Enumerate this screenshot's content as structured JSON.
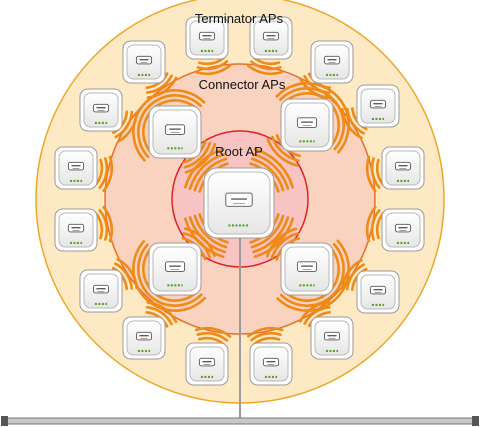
{
  "labels": {
    "terminator": "Terminator APs",
    "connector": "Connector APs",
    "root": "Root AP"
  },
  "colors": {
    "terminator_fill": "#fde9c4",
    "terminator_stroke": "#f0a628",
    "connector_fill": "#f9d3c0",
    "connector_stroke": "#e8702a",
    "root_fill": "#f7c3c3",
    "root_stroke": "#e22222",
    "wave": "#f08a17",
    "ap_led": "#5aa02c",
    "wire": "#9a9a9a"
  },
  "icons": {
    "access_point": "access-point-icon",
    "signal": "signal-wave-icon"
  },
  "counts": {
    "root_aps": 1,
    "connector_aps": 4,
    "terminator_aps": 16
  }
}
